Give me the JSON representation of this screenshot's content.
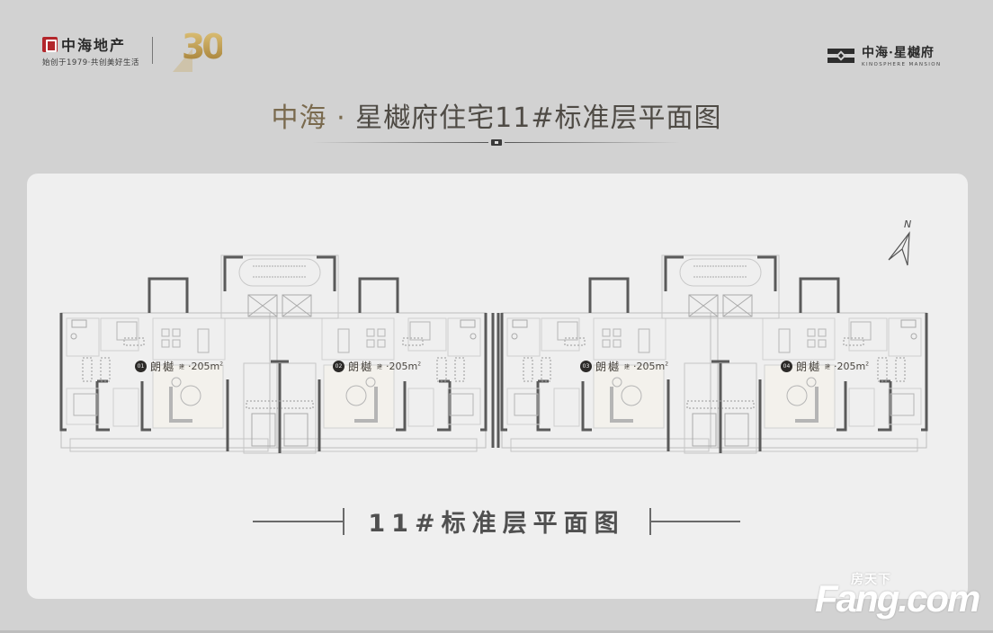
{
  "header": {
    "developer": {
      "name": "中海地产",
      "slogan": "始创于1979·共创美好生活",
      "anniversary": "30"
    },
    "project_brand": {
      "name_cn": "中海·星樾府",
      "name_en": "KINOSPHERE MANSION"
    }
  },
  "title": {
    "prefix": "中海 · ",
    "main": "星樾府住宅11#标准层平面图"
  },
  "plan": {
    "compass_label": "N",
    "units": [
      {
        "no": "01",
        "name": "朗樾",
        "area_prefix": "建",
        "area": "·205",
        "unit": "m",
        "sup": "2"
      },
      {
        "no": "02",
        "name": "朗樾",
        "area_prefix": "建",
        "area": "·205",
        "unit": "m",
        "sup": "2"
      },
      {
        "no": "03",
        "name": "朗樾",
        "area_prefix": "建",
        "area": "·205",
        "unit": "m",
        "sup": "2"
      },
      {
        "no": "04",
        "name": "朗樾",
        "area_prefix": "建",
        "area": "·205",
        "unit": "m",
        "sup": "2"
      }
    ]
  },
  "caption": "11#标准层平面图",
  "watermark": {
    "cn": "房天下",
    "en": "Fang.com"
  }
}
